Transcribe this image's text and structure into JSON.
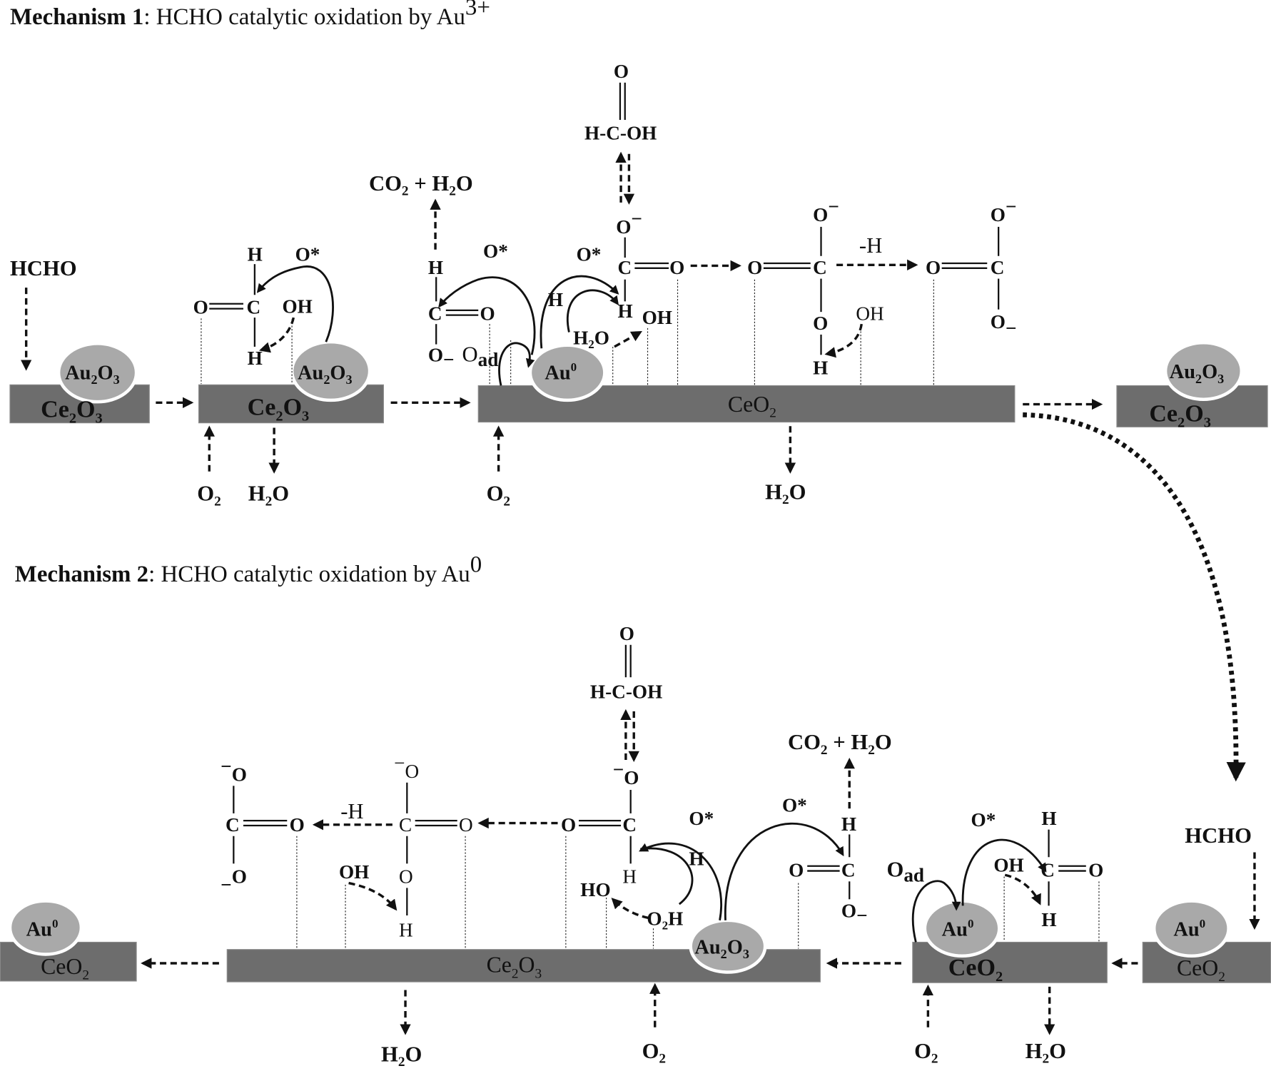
{
  "mechanism1": {
    "title_bold": "Mechanism 1",
    "title_rest": ": HCHO catalytic oxidation by Au",
    "title_sup": "3+",
    "input": "HCHO",
    "supports": {
      "ce2o3": {
        "main": "Ce",
        "s1": "2",
        "mid": "O",
        "s2": "3"
      },
      "ceo2": {
        "main": "CeO",
        "s1": "2"
      }
    },
    "particles": {
      "au2o3": {
        "main": "Au",
        "s1": "2",
        "mid": "O",
        "s2": "3"
      },
      "au0": {
        "main": "Au",
        "sup": "0"
      }
    },
    "o2": {
      "main": "O",
      "sub": "2"
    },
    "h2o": {
      "main": "H",
      "sub": "2",
      "tail": "O"
    },
    "co2_h2o": {
      "a": "CO",
      "a_sub": "2",
      "plus": " + H",
      "b_sub": "2",
      "tail": "O"
    },
    "formic_acid": {
      "top": "O",
      "line": "H-C-OH"
    },
    "o_star": "O*",
    "oh": "OH",
    "h": "H",
    "o": "O",
    "c": "C",
    "o_minus": "O",
    "minus": "−",
    "o_ad": {
      "main": "O",
      "sub": "ad"
    },
    "h2o_inline": {
      "main": "H",
      "sub": "2",
      "tail": "O"
    },
    "minus_h": "-H"
  },
  "mechanism2": {
    "title_bold": "Mechanism 2",
    "title_rest": ": HCHO catalytic oxidation by Au",
    "title_sup": "0",
    "input": "HCHO",
    "ho": "HO",
    "o2h": {
      "main": "O",
      "sub": "2",
      "tail": "H"
    },
    "minus_h": "-H"
  }
}
